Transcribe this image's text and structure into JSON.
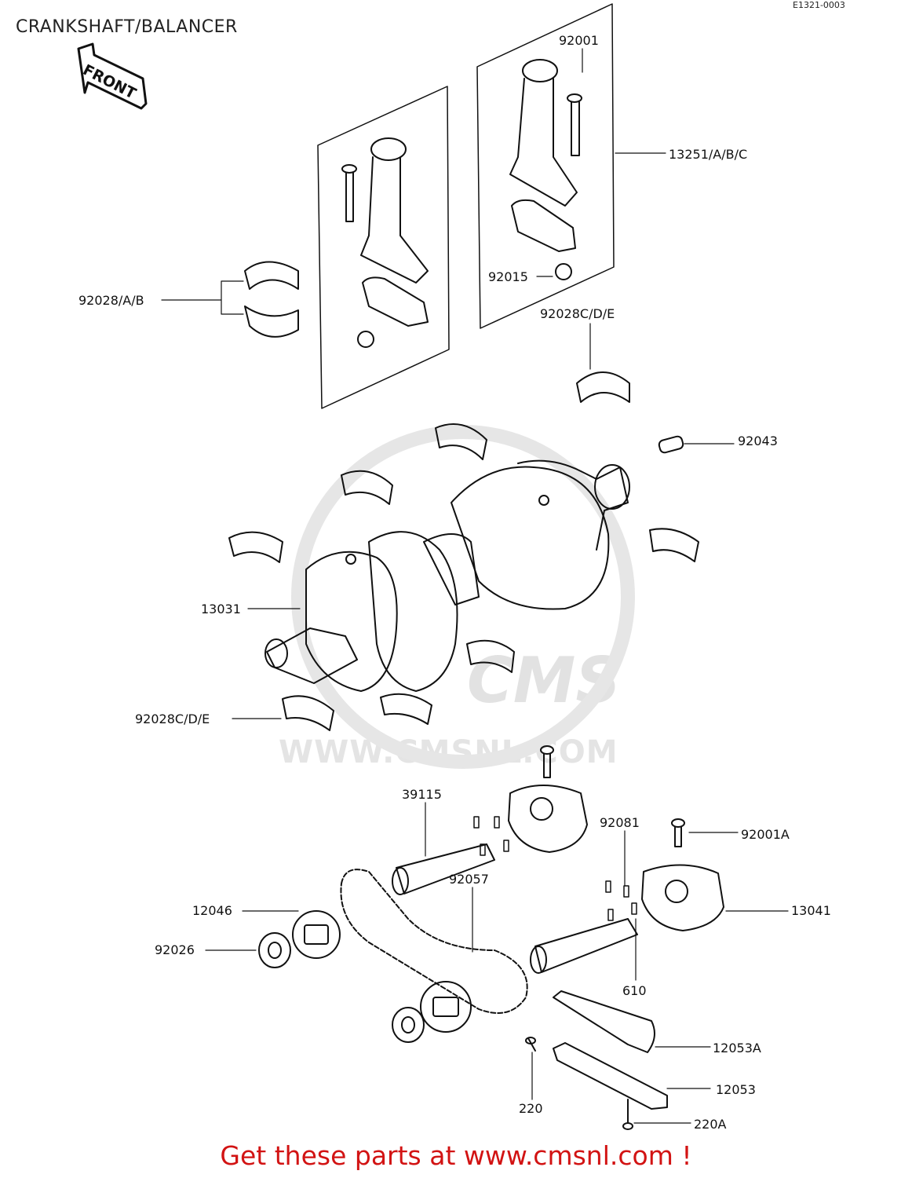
{
  "header": {
    "title": "CRANKSHAFT/BALANCER",
    "diagram_code": "E1321-0003"
  },
  "front_arrow": {
    "label": "FRONT"
  },
  "watermark": {
    "brand": "CMS",
    "url": "WWW.CMSNL.COM"
  },
  "callouts": {
    "p92001": "92001",
    "p13251": "13251/A/B/C",
    "p92028ab": "92028/A/B",
    "p92015": "92015",
    "p92028cde_top": "92028C/D/E",
    "p92043": "92043",
    "p13031": "13031",
    "p92028cde_bottom": "92028C/D/E",
    "p39115": "39115",
    "p92081": "92081",
    "p92001a": "92001A",
    "p92057": "92057",
    "p13041": "13041",
    "p12046": "12046",
    "p92026": "92026",
    "p610": "610",
    "p12053a": "12053A",
    "p12053": "12053",
    "p220": "220",
    "p220a": "220A"
  },
  "footer": {
    "link_text": "Get these parts at www.cmsnl.com !"
  }
}
